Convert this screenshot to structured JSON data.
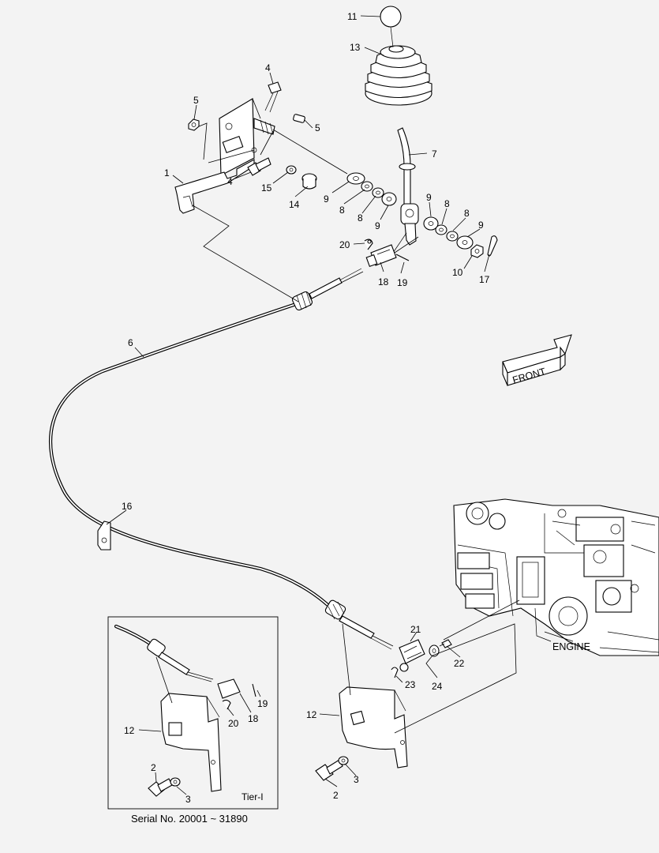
{
  "callouts": [
    {
      "n": "11"
    },
    {
      "n": "13"
    },
    {
      "n": "4"
    },
    {
      "n": "5"
    },
    {
      "n": "5"
    },
    {
      "n": "7"
    },
    {
      "n": "1"
    },
    {
      "n": "4"
    },
    {
      "n": "15"
    },
    {
      "n": "14"
    },
    {
      "n": "9"
    },
    {
      "n": "8"
    },
    {
      "n": "8"
    },
    {
      "n": "9"
    },
    {
      "n": "9"
    },
    {
      "n": "8"
    },
    {
      "n": "8"
    },
    {
      "n": "9"
    },
    {
      "n": "20"
    },
    {
      "n": "18"
    },
    {
      "n": "19"
    },
    {
      "n": "10"
    },
    {
      "n": "17"
    },
    {
      "n": "6"
    },
    {
      "n": "16"
    },
    {
      "n": "21"
    },
    {
      "n": "22"
    },
    {
      "n": "23"
    },
    {
      "n": "24"
    },
    {
      "n": "12"
    },
    {
      "n": "2"
    },
    {
      "n": "3"
    },
    {
      "n": "19"
    },
    {
      "n": "20"
    },
    {
      "n": "18"
    },
    {
      "n": "12"
    },
    {
      "n": "2"
    },
    {
      "n": "3"
    }
  ],
  "labels": {
    "front": "FRONT",
    "engine": "ENGINE",
    "tier": "Tier-I"
  },
  "caption": "Serial No. 20001 ~ 31890"
}
